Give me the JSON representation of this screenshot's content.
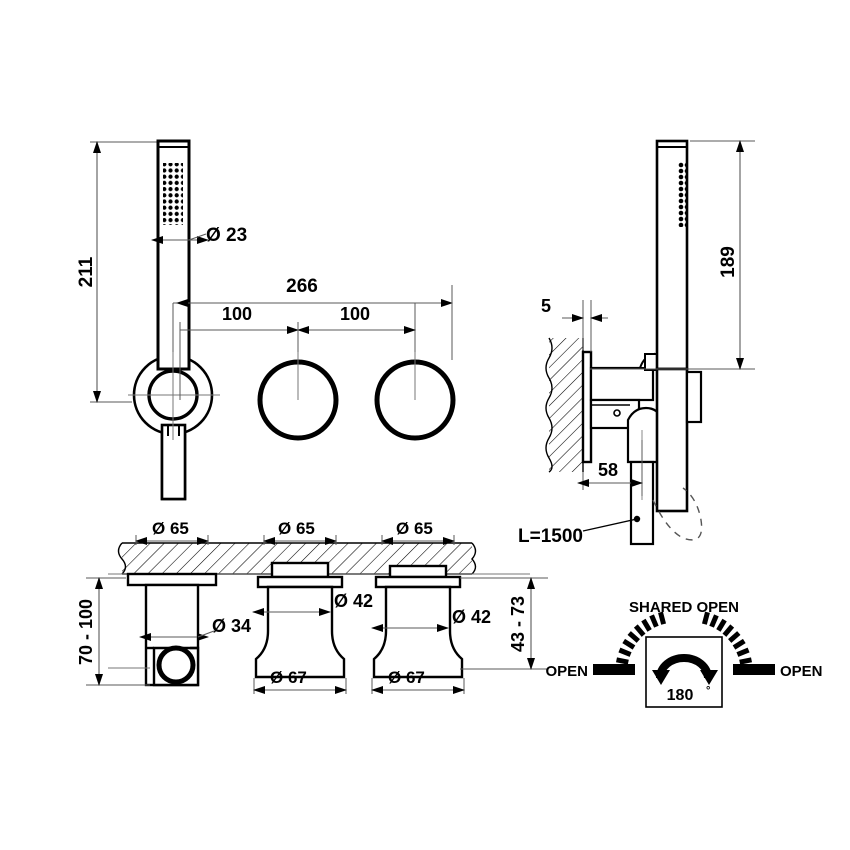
{
  "drawing": {
    "title": "Wall-mounted bath/shower mixer technical drawing",
    "line_color": "#000000",
    "thin_line_color": "#4d4d4d",
    "background": "#ffffff"
  },
  "dimensions": {
    "front_height_total": "211",
    "handshower_diameter": "Ø 23",
    "spread_total": "266",
    "spacing_left": "100",
    "spacing_right": "100",
    "side_height": "189",
    "wall_projection": "5",
    "outlet_projection": "58",
    "hose_length": "L=1500",
    "flange_dia_1": "Ø 65",
    "flange_dia_2": "Ø 65",
    "flange_dia_3": "Ø 65",
    "spout_dia": "Ø 34",
    "handle_stem_dia_1": "Ø 42",
    "handle_stem_dia_2": "Ø 42",
    "handle_base_dia_1": "Ø 67",
    "handle_base_dia_2": "Ø 67",
    "wall_to_spout": "70 - 100",
    "wall_to_handle": "43 - 73"
  },
  "legend": {
    "shared_open": "SHARED OPEN",
    "open_left": "OPEN",
    "open_right": "OPEN",
    "rotation": "180",
    "rotation_unit": "°"
  }
}
